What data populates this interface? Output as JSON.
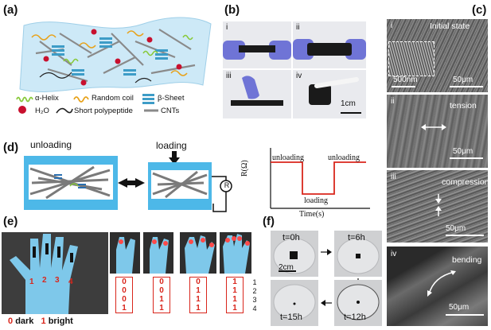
{
  "panels": {
    "a": "(a)",
    "b": "(b)",
    "c": "(c)",
    "d": "(d)",
    "e": "(e)",
    "f": "(f)"
  },
  "legend_a": {
    "alpha_helix": "α-Helix",
    "random_coil": "Random coil",
    "beta_sheet": "β-Sheet",
    "h2o": "H₂O",
    "short_polypeptide": "Short polypeptide",
    "cnts": "CNTs"
  },
  "panel_b": {
    "labels": [
      "i",
      "ii",
      "iii",
      "iv"
    ],
    "scale": "1cm"
  },
  "panel_c": {
    "labels": [
      "i",
      "ii",
      "iii",
      "iv"
    ],
    "states": [
      "Initial state",
      "tension",
      "compression",
      "bending"
    ],
    "scale_inset": "500nm",
    "scale_main": "50μm"
  },
  "panel_d": {
    "unloading": "unloading",
    "loading": "loading",
    "resistor": "R",
    "plot_ylabel": "R(Ω)",
    "plot_xlabel": "Time(s)",
    "plot_labels": [
      "unloading",
      "unloading",
      "loading"
    ]
  },
  "panel_e": {
    "finger_numbers": [
      "1",
      "2",
      "3",
      "4"
    ],
    "codes": [
      [
        "0",
        "0",
        "0",
        "1"
      ],
      [
        "0",
        "0",
        "1",
        "1"
      ],
      [
        "0",
        "1",
        "1",
        "1"
      ],
      [
        "1",
        "1",
        "1",
        "1"
      ]
    ],
    "row_index": [
      "1",
      "2",
      "3",
      "4"
    ],
    "legend_zero": "0",
    "legend_dark": "dark",
    "legend_one": "1",
    "legend_bright": "bright"
  },
  "panel_f": {
    "times": [
      "t=0h",
      "t=6h",
      "t=15h",
      "t=12h"
    ],
    "scale": "2cm"
  },
  "colors": {
    "red": "#d9261c",
    "film_blue": "#4db8e8",
    "sem_gray": "#6e6e6e"
  }
}
